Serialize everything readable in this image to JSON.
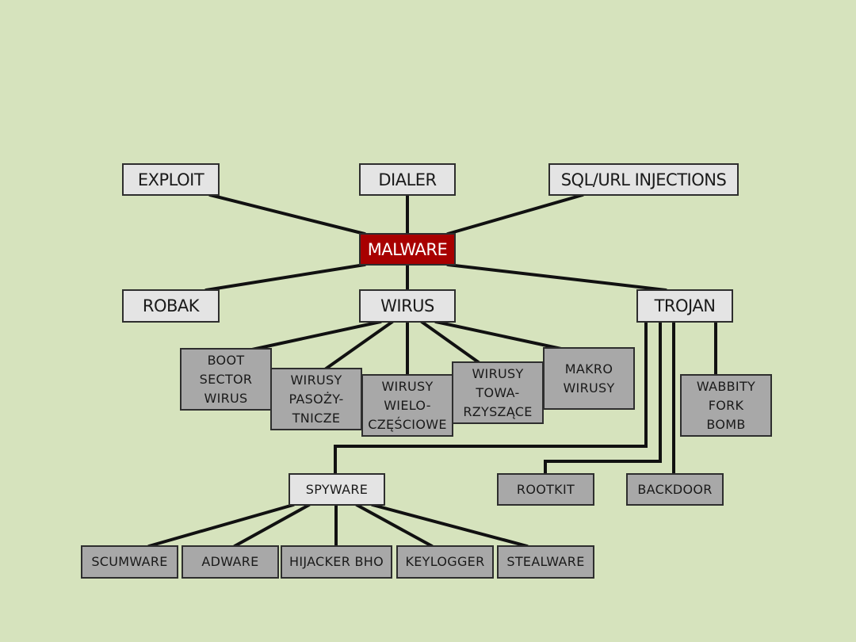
{
  "colors": {
    "background": "#d6e3bd",
    "root": "#a80000",
    "light_box": "#e4e4e4",
    "dark_box": "#a8a8a8",
    "line": "#111111"
  },
  "nodes": {
    "exploit": "EXPLOIT",
    "dialer": "DIALER",
    "sql_url_injections": "SQL/URL INJECTIONS",
    "malware": "MALWARE",
    "robak": "ROBAK",
    "wirus": "WIRUS",
    "trojan": "TROJAN",
    "boot_sector_wirus": "BOOT\nSECTOR\nWIRUS",
    "wirusy_pasozytnicze": "WIRUSY\nPASOŻY-\nTNICZE",
    "wirusy_wieloczesciowe": "WIRUSY\nWIELO-\nCZĘŚCIOWE",
    "wirusy_towarzyszace": "WIRUSY\nTOWA-\nRZYSZĄCE",
    "makro_wirusy": "MAKRO\nWIRUSY",
    "wabbity_fork_bomb": "WABBITY\nFORK\nBOMB",
    "spyware": "SPYWARE",
    "rootkit": "ROOTKIT",
    "backdoor": "BACKDOOR",
    "scumware": "SCUMWARE",
    "adware": "ADWARE",
    "hijacker_bho": "HIJACKER BHO",
    "keylogger": "KEYLOGGER",
    "stealware": "STEALWARE"
  }
}
